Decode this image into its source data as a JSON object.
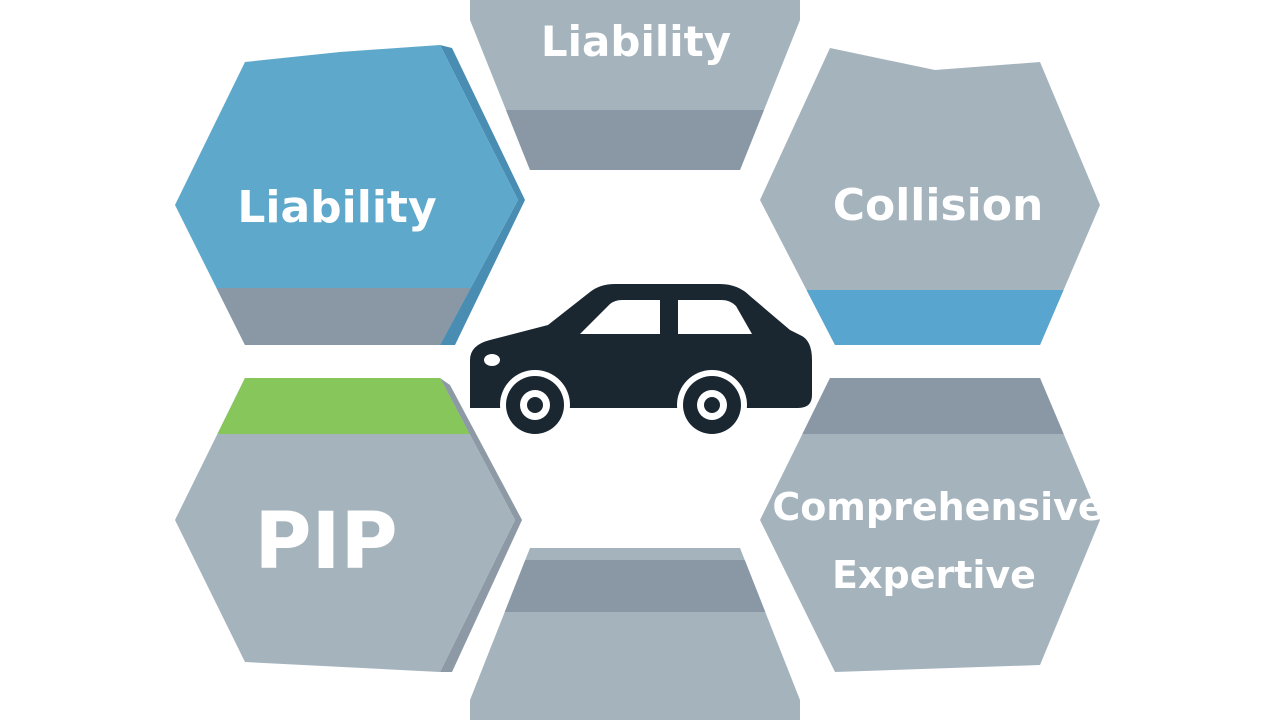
{
  "colors": {
    "background": "#ffffff",
    "hex_gray": "#a5b3bd",
    "hex_gray_shadow": "#8d9aa6",
    "hex_blue": "#5ea8cc",
    "hex_blue_shadow": "#4a8db3",
    "band_dark": "#8a97a5",
    "band_blue": "#58a6cf",
    "band_green": "#86c65a",
    "car": "#1a2731",
    "label": "#ffffff"
  },
  "center": {
    "icon": "car-icon"
  },
  "tiles": {
    "top": {
      "label": "Liability",
      "band": "band_dark"
    },
    "top_left": {
      "label": "Liability",
      "band": "band_dark"
    },
    "top_right": {
      "label": "Collision",
      "band": "band_blue"
    },
    "bottom_left": {
      "label": "PIP",
      "band": "band_green"
    },
    "bottom_right": {
      "line1": "Comprehensive",
      "line2": "Expertive",
      "band": "band_dark"
    },
    "bottom": {
      "label": "",
      "band": "band_dark"
    }
  }
}
